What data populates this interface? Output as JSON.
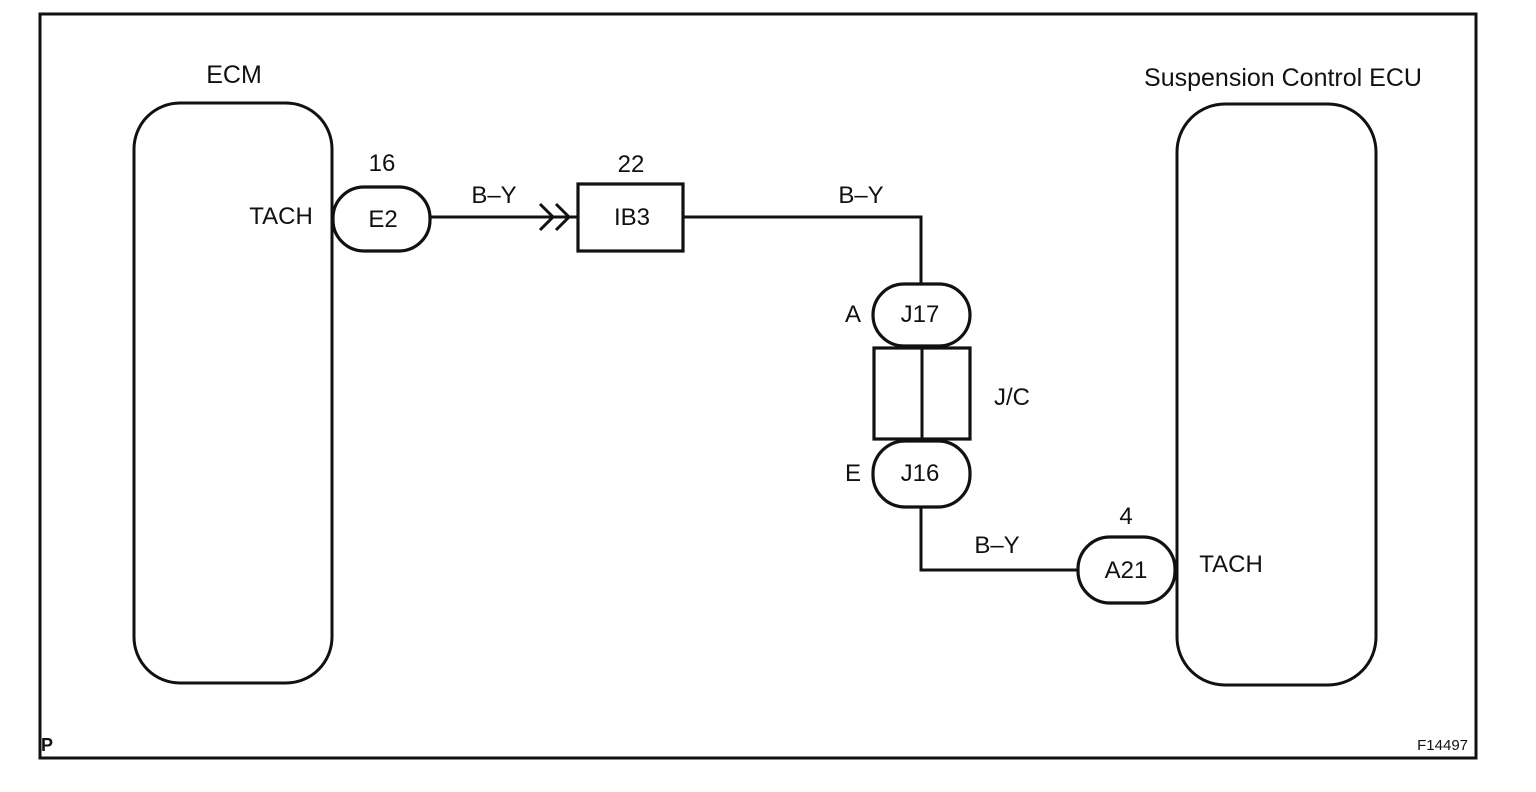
{
  "ecm": {
    "title": "ECM",
    "terminal": "TACH"
  },
  "suspension_ecu": {
    "title": "Suspension Control ECU",
    "terminal": "TACH"
  },
  "connectors": {
    "e2": {
      "code": "E2",
      "pin": "16"
    },
    "ib3": {
      "code": "IB3",
      "pin": "22"
    },
    "j17": {
      "code": "J17",
      "side": "A"
    },
    "j16": {
      "code": "J16",
      "side": "E"
    },
    "a21": {
      "code": "A21",
      "pin": "4"
    }
  },
  "junction": {
    "label": "J/C"
  },
  "wires": {
    "w1": "B–Y",
    "w2": "B–Y",
    "w3": "B–Y"
  },
  "corner": {
    "left": "P",
    "right": "F14497"
  }
}
